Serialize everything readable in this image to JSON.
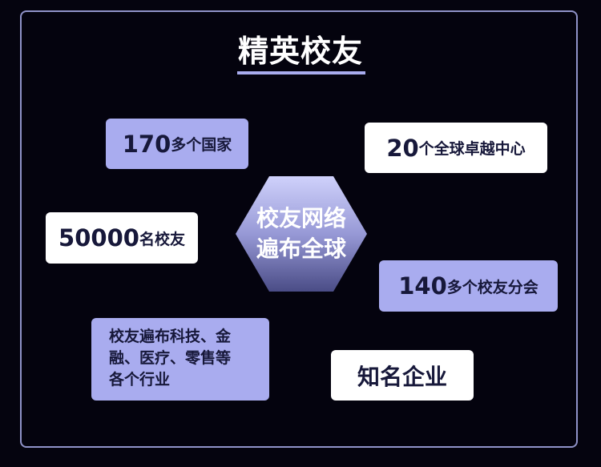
{
  "title": "精英校友",
  "center": {
    "line1": "校友网络",
    "line2": "遍布全球"
  },
  "badges": [
    {
      "num": "170",
      "unit": "多个国家"
    },
    {
      "num": "20",
      "unit": "个全球卓越中心"
    },
    {
      "num": "50000",
      "unit": "名校友"
    },
    {
      "num": "140",
      "unit": "多个校友分会"
    },
    {
      "num": "",
      "unit": "知名企业"
    }
  ],
  "industries": {
    "line1": "校友遍布科技、金",
    "line2": "融、医疗、零售等",
    "line3": "各个行业"
  },
  "colors": {
    "background": "#05040f",
    "accent_lavender": "#a9acef",
    "text_dark": "#17183a",
    "border": "#8f92c8"
  }
}
